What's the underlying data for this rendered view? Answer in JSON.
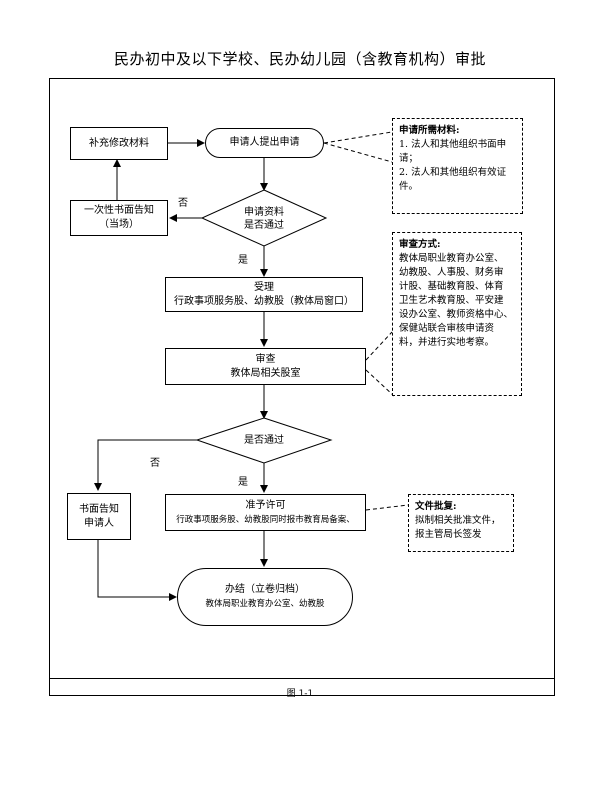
{
  "title": "民办初中及以下学校、民办幼儿园（含教育机构）审批",
  "caption": "图 1-1",
  "nodes": {
    "apply": "申请人提出申请",
    "supplement": "补充修改材料",
    "notify_once": "一次性书面告知（当场）",
    "check_materials_1": "申请资料",
    "check_materials_2": "是否通过",
    "accept_title": "受理",
    "accept_detail": "行政事项服务股、幼教股（教体局窗口）",
    "review_title": "审查",
    "review_detail": "教体局相关股室",
    "pass_decision": "是否通过",
    "written_notice_1": "书面告知",
    "written_notice_2": "申请人",
    "approve_title": "准予许可",
    "approve_detail": "行政事项服务股、幼教股同时报市教育局备案、",
    "conclude_title": "办结（立卷归档）",
    "conclude_detail": "教体局职业教育办公室、幼教股"
  },
  "labels": {
    "no_1": "否",
    "yes_1": "是",
    "no_2": "否",
    "yes_2": "是"
  },
  "notes": {
    "materials": {
      "title": "申请所需材料:",
      "lines": [
        "1. 法人和其他组织书面申",
        "请；",
        "2. 法人和其他组织有效证",
        "件。"
      ]
    },
    "review_method": {
      "title": "审查方式:",
      "lines": [
        "教体局职业教育办公室、",
        "幼教股、人事股、财务审",
        "计股、基础教育股、体育",
        "卫生艺术教育股、平安建",
        "设办公室、教师资格中心、",
        "保健站联合审核申请资",
        "料，并进行实地考察。"
      ]
    },
    "document": {
      "title": "文件批复:",
      "lines": [
        "拟制相关批准文件，",
        "报主管局长签发"
      ]
    }
  }
}
